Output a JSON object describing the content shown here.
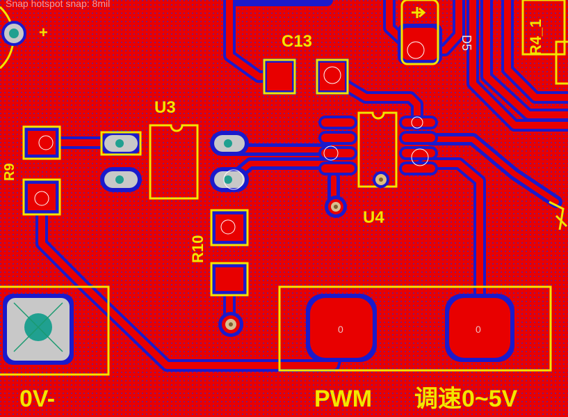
{
  "colors": {
    "copper": "#e80000",
    "clearance": "#1a1acc",
    "silkscreen": "#f2e600",
    "hole": "#20a090",
    "pad_bg": "#c8c8c8"
  },
  "top_fragment_text": "Snap hotspot snap: 8mil",
  "components": {
    "c13": "C13",
    "u3": "U3",
    "u4": "U4",
    "r9": "R9",
    "r10": "R10",
    "d5": "D5",
    "r4": "R4_1",
    "plus": "+"
  },
  "labels": {
    "ov": "0V-",
    "pwm": "PWM",
    "speed": "调速0~5V"
  },
  "pad_net_labels": [
    "0",
    "0"
  ]
}
